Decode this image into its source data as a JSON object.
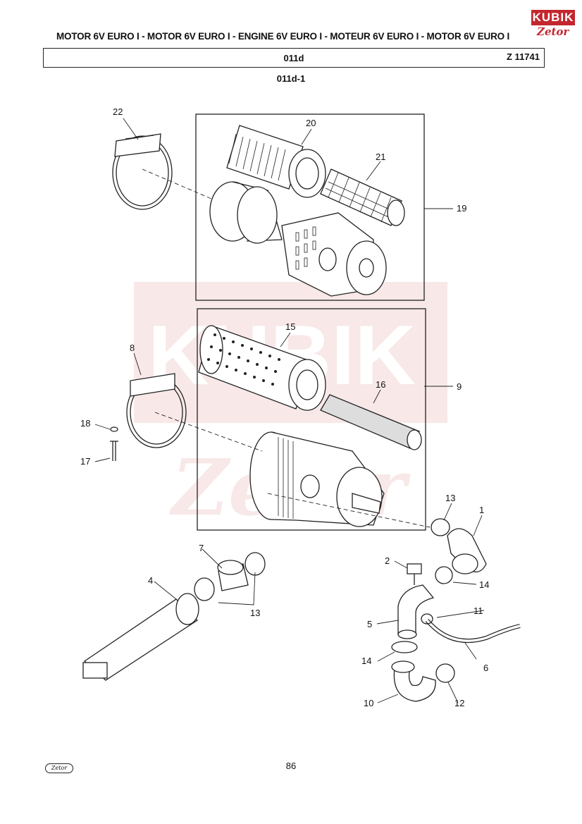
{
  "header": {
    "title_line": "MOTOR 6V EURO I - MOTOR 6V EURO I - ENGINE 6V EURO I - MOTEUR 6V EURO I - MOTOR 6V EURO I",
    "section_code": "011d",
    "z_code": "Z 11741",
    "subsection_code": "011d-1"
  },
  "logo": {
    "brand": "KUBIK",
    "sub_brand": "Zetor"
  },
  "watermark": {
    "text": "KUBIK",
    "sub_text": "Zetor"
  },
  "page_number": "86",
  "footer_logo": "Zetor",
  "callouts": [
    "22",
    "20",
    "21",
    "19",
    "15",
    "8",
    "16",
    "9",
    "18",
    "17",
    "13",
    "1",
    "7",
    "2",
    "4",
    "14",
    "13",
    "11",
    "5",
    "6",
    "14",
    "10",
    "12"
  ],
  "colors": {
    "brand_red": "#c4262e",
    "line": "#222222"
  }
}
